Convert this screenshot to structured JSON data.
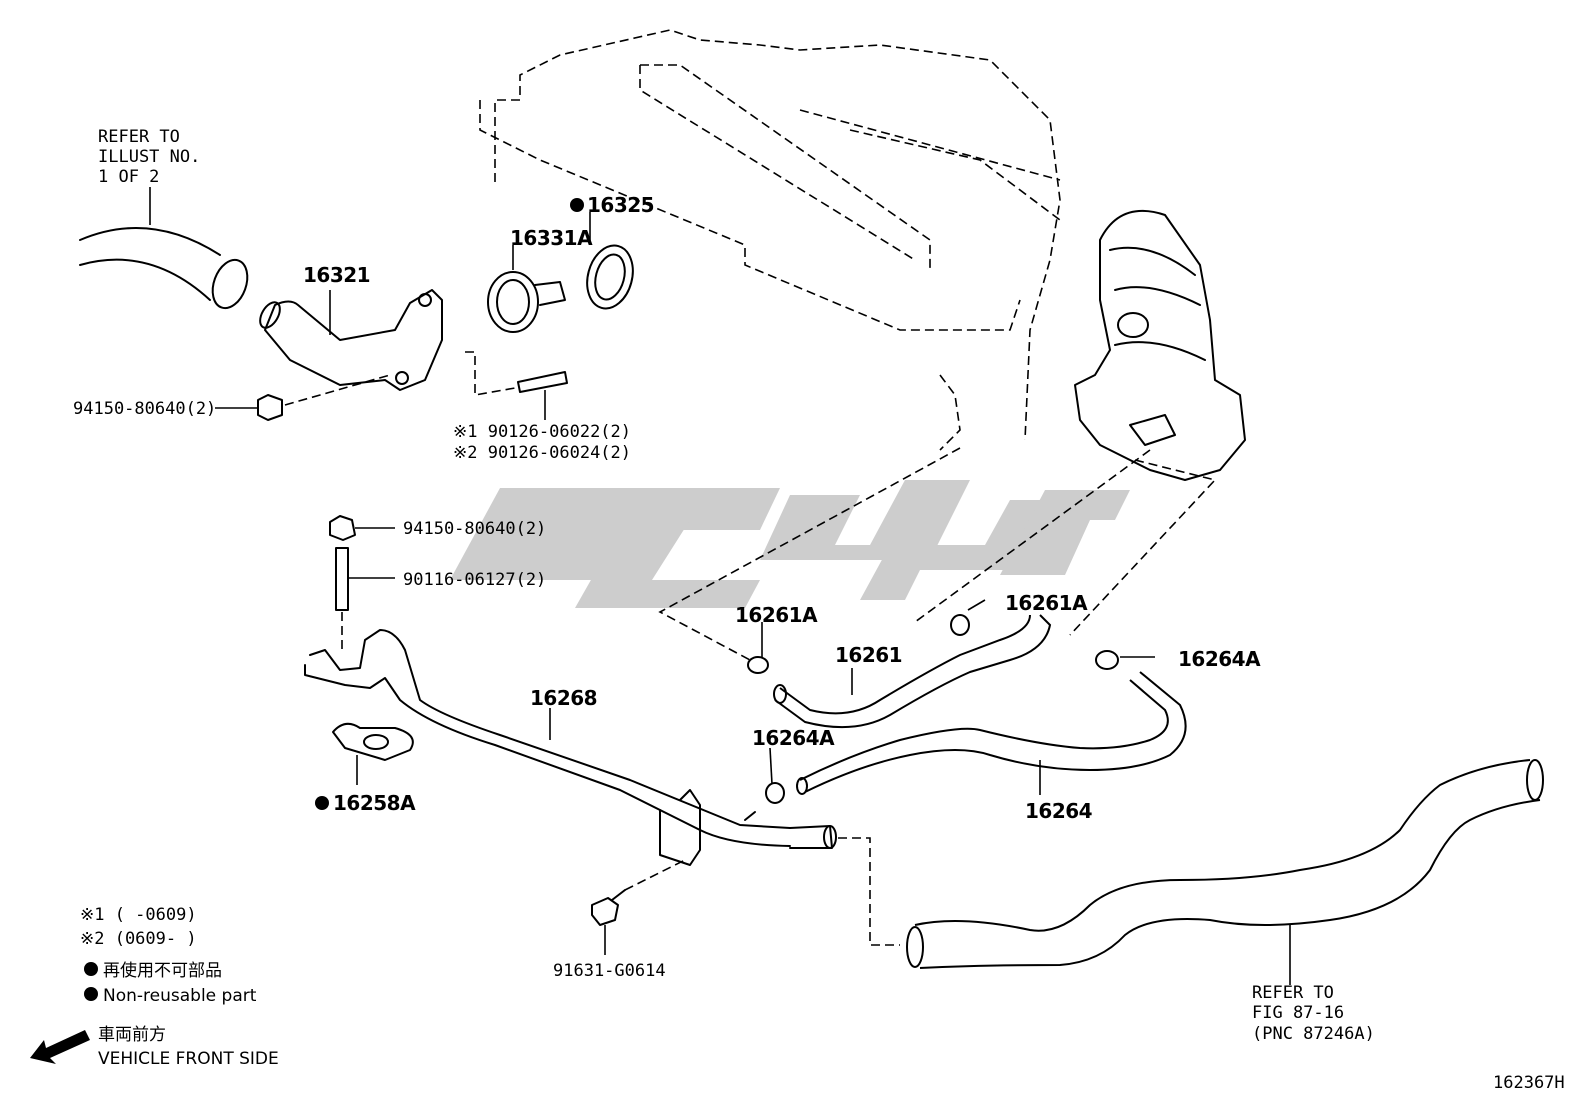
{
  "callouts": {
    "refer_illust": [
      "REFER TO",
      "ILLUST NO.",
      "1 OF 2"
    ],
    "refer_fig": [
      "REFER TO",
      "FIG 87-16",
      "(PNC 87246A)"
    ]
  },
  "parts": {
    "p16321": "16321",
    "p16325": "16325",
    "p16331A": "16331A",
    "p94150a": "94150-80640(2)",
    "p90126_1": "※1  90126-06022(2)",
    "p90126_2": "※2  90126-06024(2)",
    "p94150b": "94150-80640(2)",
    "p90116": "90116-06127(2)",
    "p16268": "16268",
    "p16258A": "16258A",
    "p91631": "91631-G0614",
    "p16261A_a": "16261A",
    "p16261": "16261",
    "p16261A_b": "16261A",
    "p16264A_a": "16264A",
    "p16264A_b": "16264A",
    "p16264": "16264"
  },
  "legend": {
    "note1": "※1 (     -0609)",
    "note2": "※2 (0609-     )",
    "nonreuse_jp": "再使用不可部品",
    "nonreuse_en": "Non-reusable part",
    "front_jp": "車両前方",
    "front_en": "VEHICLE FRONT SIDE"
  },
  "figure_code": "162367H",
  "colors": {
    "line": "#000000",
    "watermark": "#c8c8c8",
    "background": "#ffffff"
  },
  "icons": [
    "bullet-dot-icon",
    "front-arrow-icon"
  ]
}
